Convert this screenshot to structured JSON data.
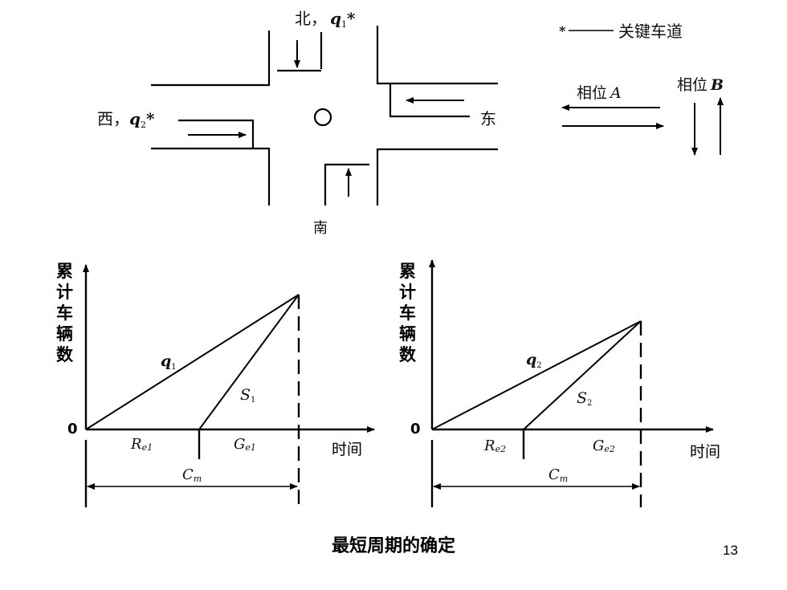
{
  "intersection": {
    "north_label": "北，",
    "north_flow": "q",
    "north_sub": "1",
    "west_label": "西，",
    "west_flow": "q",
    "west_sub": "2",
    "east_label": "东",
    "south_label": "南",
    "star": "*"
  },
  "legend": {
    "key_lane": "关键车道",
    "phase_a": "相位",
    "phase_a_letter": "A",
    "phase_b": "相位",
    "phase_b_letter": "B"
  },
  "charts": {
    "ylabel_chars": [
      "累",
      "计",
      "车",
      "辆",
      "数"
    ],
    "origin": "0",
    "xlabel": "时间",
    "left": {
      "arrival_line": "q",
      "arrival_sub": "1",
      "departure_line": "S",
      "departure_sub": "1",
      "red_label": "R",
      "red_sub": "e1",
      "green_label": "G",
      "green_sub": "e1",
      "cycle_label": "C",
      "cycle_sub": "m"
    },
    "right": {
      "arrival_line": "q",
      "arrival_sub": "2",
      "departure_line": "S",
      "departure_sub": "2",
      "red_label": "R",
      "red_sub": "e2",
      "green_label": "G",
      "green_sub": "e2",
      "cycle_label": "C",
      "cycle_sub": "m"
    }
  },
  "caption": "最短周期的确定",
  "page_number": "13"
}
